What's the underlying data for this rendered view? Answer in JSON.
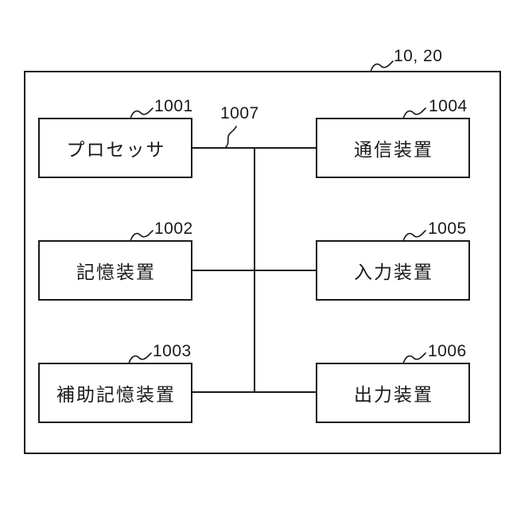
{
  "figure": {
    "outer_ref": "10, 20",
    "bus_ref": "1007",
    "boxes": [
      {
        "id": "processor",
        "label": "プロセッサ",
        "ref": "1001"
      },
      {
        "id": "storage",
        "label": "記憶装置",
        "ref": "1002"
      },
      {
        "id": "aux-storage",
        "label": "補助記憶装置",
        "ref": "1003"
      },
      {
        "id": "communication",
        "label": "通信装置",
        "ref": "1004"
      },
      {
        "id": "input",
        "label": "入力装置",
        "ref": "1005"
      },
      {
        "id": "output",
        "label": "出力装置",
        "ref": "1006"
      }
    ],
    "bus": {
      "ref": "1007",
      "connects": [
        "processor",
        "storage",
        "aux-storage",
        "communication",
        "input",
        "output"
      ]
    },
    "colors": {
      "ink": "#1a1a1a",
      "background": "#ffffff"
    }
  }
}
